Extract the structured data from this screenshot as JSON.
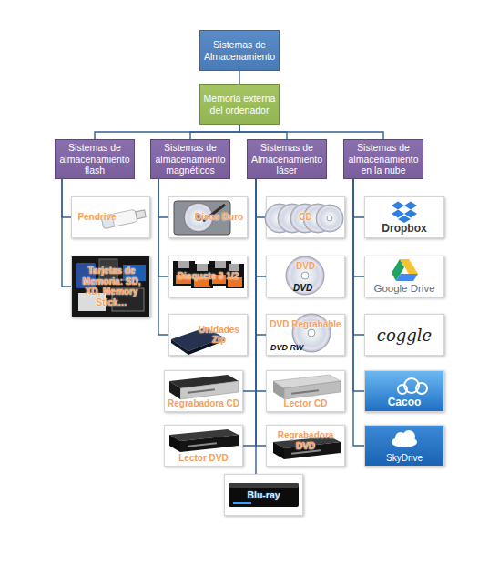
{
  "diagram": {
    "nodes": [
      {
        "text": [
          "Sistemas de Almacenamiento"
        ]
      },
      {
        "text": [
          "Memoria externa del ordenador"
        ]
      },
      {
        "text": [
          "Sistemas de almacenamiento flash"
        ]
      },
      {
        "text": [
          "Sistemas de almacenamiento magnéticos"
        ]
      },
      {
        "text": [
          "Sistemas de Almacenamiento láser"
        ]
      },
      {
        "text": [
          "Sistemas de almacenamiento en la nube"
        ]
      },
      {
        "text": [
          "Pendrive"
        ]
      },
      {
        "text": [
          "Disco Duro"
        ]
      },
      {
        "text": [
          "CD"
        ]
      },
      {
        "text": [
          "Dropbox"
        ]
      },
      {
        "text": [
          "Tarjetas de Memoria: SD, XD, Memory Stick…"
        ]
      },
      {
        "text": [
          "Disquete 3 1/2"
        ]
      },
      {
        "text": [
          "DVD"
        ]
      },
      {
        "text": [
          "Google Drive"
        ]
      },
      {
        "text": [
          "Unidades Zip"
        ]
      },
      {
        "text": [
          "DVD Regrabable"
        ]
      },
      {
        "text": [
          "coggle"
        ]
      },
      {
        "text": [
          "Regrabadora CD"
        ]
      },
      {
        "text": [
          "Lector CD"
        ]
      },
      {
        "text": [
          "Cacoo"
        ]
      },
      {
        "text": [
          "Lector DVD"
        ]
      },
      {
        "text": [
          "Regrabadora DVD"
        ]
      },
      {
        "text": [
          "SkyDrive"
        ]
      },
      {
        "text": [
          "Blu-ray"
        ]
      }
    ],
    "edges": [
      {
        "from": 0,
        "to": 1,
        "arrow": "none"
      },
      {
        "from": 1,
        "to": 2,
        "arrow": "none"
      },
      {
        "from": 1,
        "to": 3,
        "arrow": "none"
      },
      {
        "from": 1,
        "to": 4,
        "arrow": "none"
      },
      {
        "from": 1,
        "to": 5,
        "arrow": "none"
      },
      {
        "from": 2,
        "to": 6,
        "arrow": "none"
      },
      {
        "from": 2,
        "to": 10,
        "arrow": "none"
      },
      {
        "from": 3,
        "to": 7,
        "arrow": "none"
      },
      {
        "from": 3,
        "to": 11,
        "arrow": "none"
      },
      {
        "from": 3,
        "to": 14,
        "arrow": "none"
      },
      {
        "from": 4,
        "to": 8,
        "arrow": "none"
      },
      {
        "from": 4,
        "to": 12,
        "arrow": "none"
      },
      {
        "from": 4,
        "to": 15,
        "arrow": "none"
      },
      {
        "from": 4,
        "to": 17,
        "arrow": "none"
      },
      {
        "from": 4,
        "to": 18,
        "arrow": "none"
      },
      {
        "from": 4,
        "to": 20,
        "arrow": "none"
      },
      {
        "from": 4,
        "to": 21,
        "arrow": "none"
      },
      {
        "from": 4,
        "to": 23,
        "arrow": "none"
      },
      {
        "from": 5,
        "to": 9,
        "arrow": "none"
      },
      {
        "from": 5,
        "to": 13,
        "arrow": "none"
      },
      {
        "from": 5,
        "to": 16,
        "arrow": "none"
      },
      {
        "from": 5,
        "to": 19,
        "arrow": "none"
      },
      {
        "from": 5,
        "to": 22,
        "arrow": "none"
      }
    ],
    "labels": [
      "DVD",
      "DVD RW"
    ]
  }
}
